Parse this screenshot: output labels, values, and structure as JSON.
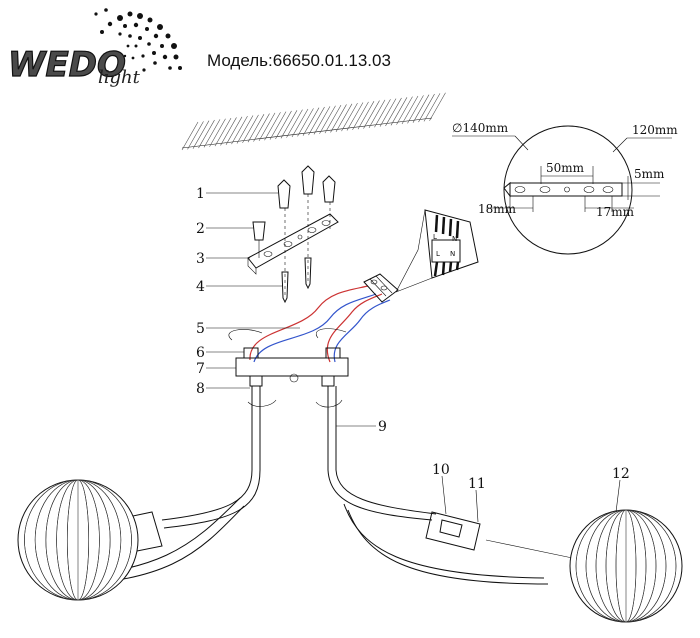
{
  "brand": {
    "name": "WEDO",
    "script": "light"
  },
  "model": {
    "label": "Модель:66650.01.13.03"
  },
  "callouts": [
    "1",
    "2",
    "3",
    "4",
    "5",
    "6",
    "7",
    "8",
    "9",
    "10",
    "11",
    "12"
  ],
  "dimensions": {
    "diameter": "∅140mm",
    "length": "120mm",
    "spacing": "50mm",
    "thickness": "5mm",
    "left_offset": "18mm",
    "right_offset": "17mm"
  },
  "terminal_labels": [
    "L",
    "N",
    "L",
    "N"
  ]
}
